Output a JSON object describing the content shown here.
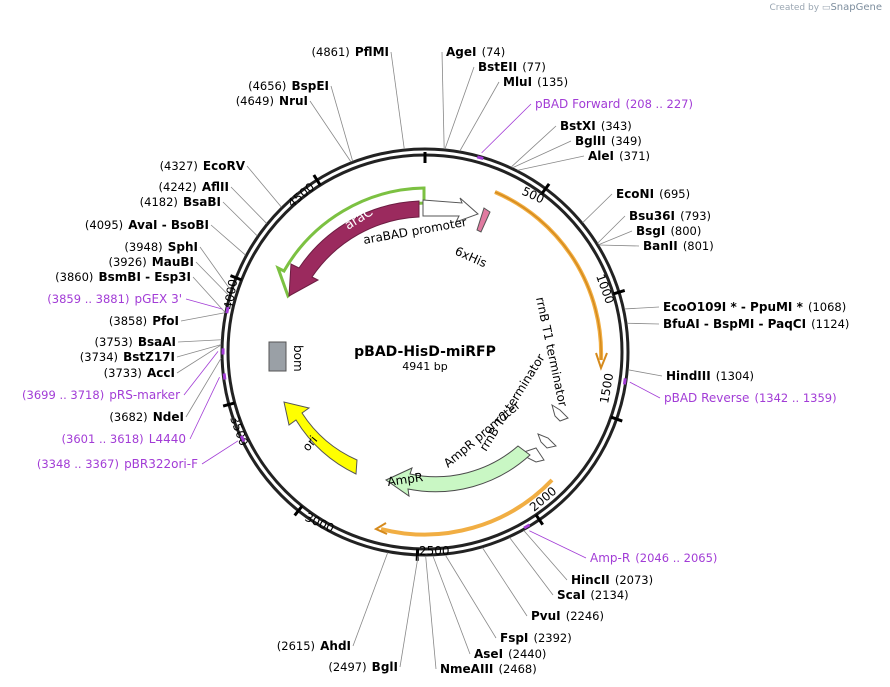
{
  "branding": {
    "created_by": "Created by",
    "app": "SnapGene"
  },
  "plasmid": {
    "name": "pBAD-HisD-miRFP",
    "length": "4941 bp"
  },
  "ticks": [
    "500",
    "1000",
    "1500",
    "2000",
    "2500",
    "3000",
    "3500",
    "4000",
    "4500"
  ],
  "features": {
    "araC": "araC",
    "arabad": "araBAD promoter",
    "his": "6xHis",
    "rrnb1": "rrnB T1 terminator",
    "rrnb2": "rrnB T2 terminator",
    "ampr_prom": "AmpR promoter",
    "ampr": "AmpR",
    "ori": "ori",
    "bom": "bom"
  },
  "sites": [
    {
      "name": "AgeI",
      "pos": "(74)"
    },
    {
      "name": "BstEII",
      "pos": "(77)"
    },
    {
      "name": "MluI",
      "pos": "(135)"
    },
    {
      "name": "BstXI",
      "pos": "(343)"
    },
    {
      "name": "BglII",
      "pos": "(349)"
    },
    {
      "name": "AleI",
      "pos": "(371)"
    },
    {
      "name": "EcoNI",
      "pos": "(695)"
    },
    {
      "name": "Bsu36I",
      "pos": "(793)"
    },
    {
      "name": "BsgI",
      "pos": "(800)"
    },
    {
      "name": "BanII",
      "pos": "(801)"
    },
    {
      "name": "EcoO109I * - PpuMI *",
      "pos": "(1068)"
    },
    {
      "name": "BfuAI - BspMI - PaqCI",
      "pos": "(1124)"
    },
    {
      "name": "HindIII",
      "pos": "(1304)"
    },
    {
      "name": "HincII",
      "pos": "(2073)"
    },
    {
      "name": "ScaI",
      "pos": "(2134)"
    },
    {
      "name": "PvuI",
      "pos": "(2246)"
    },
    {
      "name": "FspI",
      "pos": "(2392)"
    },
    {
      "name": "AseI",
      "pos": "(2440)"
    },
    {
      "name": "NmeAIII",
      "pos": "(2468)"
    },
    {
      "name": "BglI",
      "pos": "(2497)"
    },
    {
      "name": "AhdI",
      "pos": "(2615)"
    },
    {
      "name": "NdeI",
      "pos": "(3682)"
    },
    {
      "name": "AccI",
      "pos": "(3733)"
    },
    {
      "name": "BstZ17I",
      "pos": "(3734)"
    },
    {
      "name": "BsaAI",
      "pos": "(3753)"
    },
    {
      "name": "PfoI",
      "pos": "(3858)"
    },
    {
      "name": "BsmBI - Esp3I",
      "pos": "(3860)"
    },
    {
      "name": "MauBI",
      "pos": "(3926)"
    },
    {
      "name": "SphI",
      "pos": "(3948)"
    },
    {
      "name": "AvaI - BsoBI",
      "pos": "(4095)"
    },
    {
      "name": "BsaBI",
      "pos": "(4182)"
    },
    {
      "name": "AflII",
      "pos": "(4242)"
    },
    {
      "name": "EcoRV",
      "pos": "(4327)"
    },
    {
      "name": "NruI",
      "pos": "(4649)"
    },
    {
      "name": "BspEI",
      "pos": "(4656)"
    },
    {
      "name": "PflMI",
      "pos": "(4861)"
    }
  ],
  "primers": [
    {
      "name": "pBAD Forward",
      "range": "(208 .. 227)"
    },
    {
      "name": "pBAD Reverse",
      "range": "(1342 .. 1359)"
    },
    {
      "name": "Amp-R",
      "range": "(2046 .. 2065)"
    },
    {
      "name": "pBR322ori-F",
      "range": "(3348 .. 3367)"
    },
    {
      "name": "L4440",
      "range": "(3601 .. 3618)"
    },
    {
      "name": "pRS-marker",
      "range": "(3699 .. 3718)"
    },
    {
      "name": "pGEX 3'",
      "range": "(3859 .. 3881)"
    }
  ],
  "colors": {
    "araC": "#9b2a5e",
    "araC_outline": "#7cc142",
    "orange": "#f1ae43",
    "ampr": "#c9f7c4",
    "ori": "#ffff00",
    "bom": "#9aa0a6",
    "primer": "#a23cd6"
  }
}
